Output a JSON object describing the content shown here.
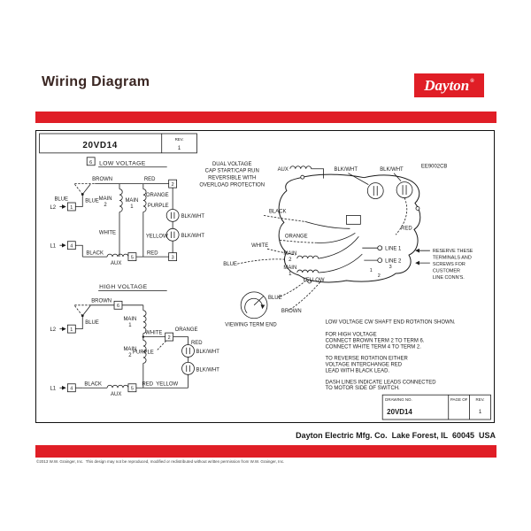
{
  "colors": {
    "brand_red": "#E01E26"
  },
  "header": {
    "title": "Wiring Diagram",
    "brand": "Dayton",
    "reg": "®"
  },
  "title_block": {
    "model": "20VD14",
    "rev_label": "REV.",
    "rev_value": "1"
  },
  "center_note": {
    "l1": "DUAL VOLTAGE",
    "l2": "CAP START/CAP RUN",
    "l3": "REVERSIBLE WITH",
    "l4": "OVERLOAD PROTECTION"
  },
  "lv": {
    "tag": "6",
    "title": "LOW VOLTAGE",
    "l2": "L2",
    "l1": "L1",
    "blue_a": "BLUE",
    "blue_b": "BLUE",
    "brown": "BROWN",
    "red_top": "RED",
    "main2_a": "MAIN",
    "main2_b": "2",
    "main1_a": "MAIN",
    "main1_b": "1",
    "white": "WHITE",
    "yellow": "YELLOW",
    "orange": "ORANGE",
    "purple": "PURPLE",
    "blkwht_a": "BLK/WHT",
    "blkwht_b": "BLK/WHT",
    "black": "BLACK",
    "aux": "AUX",
    "red_bottom": "RED",
    "t1": "1",
    "t2": "2",
    "t3": "3",
    "t4": "4",
    "t5": "5"
  },
  "hv": {
    "title": "HIGH VOLTAGE",
    "brown": "BROWN",
    "t6": "6",
    "main1_a": "MAIN",
    "main1_b": "1",
    "main2_a": "MAIN",
    "main2_b": "2",
    "white": "WHITE",
    "orange": "ORANGE",
    "purple": "PURPLE",
    "red_mid": "RED",
    "blue": "BLUE",
    "l2": "L2",
    "l1": "L1",
    "blkwht_a": "BLK/WHT",
    "blkwht_b": "BLK/WHT",
    "black": "BLACK",
    "aux": "AUX",
    "red_bottom": "RED",
    "yellow": "YELLOW",
    "t1": "1",
    "t2": "2",
    "t4": "4",
    "t5": "5"
  },
  "motor": {
    "code": "EE9002CB",
    "aux": "AUX",
    "blkwht_a": "BLK/WHT",
    "blkwht_b": "BLK/WHT",
    "black": "BLACK",
    "orange": "ORANGE",
    "white": "WHITE",
    "main2_a": "MAIN",
    "main2_b": "2",
    "main1_a": "MAIN",
    "main1_b": "1",
    "blue_a": "BLUE",
    "yellow": "YELLOW",
    "red": "RED",
    "blue_b": "BLUE",
    "brown": "BROWN",
    "line1": "LINE 1",
    "line2": "LINE 2",
    "p1": "1",
    "p2": "2",
    "p3": "3",
    "reserve": {
      "l1": "RESERVE THESE",
      "l2": "TERMINALS AND",
      "l3": "SCREWS FOR",
      "l4": "CUSTOMER",
      "l5": "LINE CONN'S."
    }
  },
  "viewing": {
    "label": "VIEWING TERM END"
  },
  "notes": {
    "n1": "LOW VOLTAGE CW SHAFT END ROTATION SHOWN.",
    "n2a": "FOR HIGH VOLTAGE",
    "n2b": "CONNECT BROWN TERM 2 TO TERM 6.",
    "n2c": "CONNECT WHITE TERM 4 TO TERM 2.",
    "n3a": "TO REVERSE ROTATION EITHER",
    "n3b": "VOLTAGE INTERCHANGE RED",
    "n3c": "LEAD WITH BLACK LEAD.",
    "n4a": "DASH LINES INDICATE LEADS CONNECTED",
    "n4b": "TO MOTOR SIDE OF SWITCH."
  },
  "drawing_block": {
    "no_label": "DRAWING NO.",
    "page_of": "PAGE   OF",
    "model": "20VD14",
    "rev_label": "REV.",
    "rev_value": "1"
  },
  "footer": {
    "company": "Dayton Electric Mfg. Co.  Lake Forest, IL  60045  USA",
    "copyright": "©2013 W.W. Grainger, Inc.  This design may not be reproduced, modified or redistributed without written permission from W.W. Grainger, Inc."
  }
}
